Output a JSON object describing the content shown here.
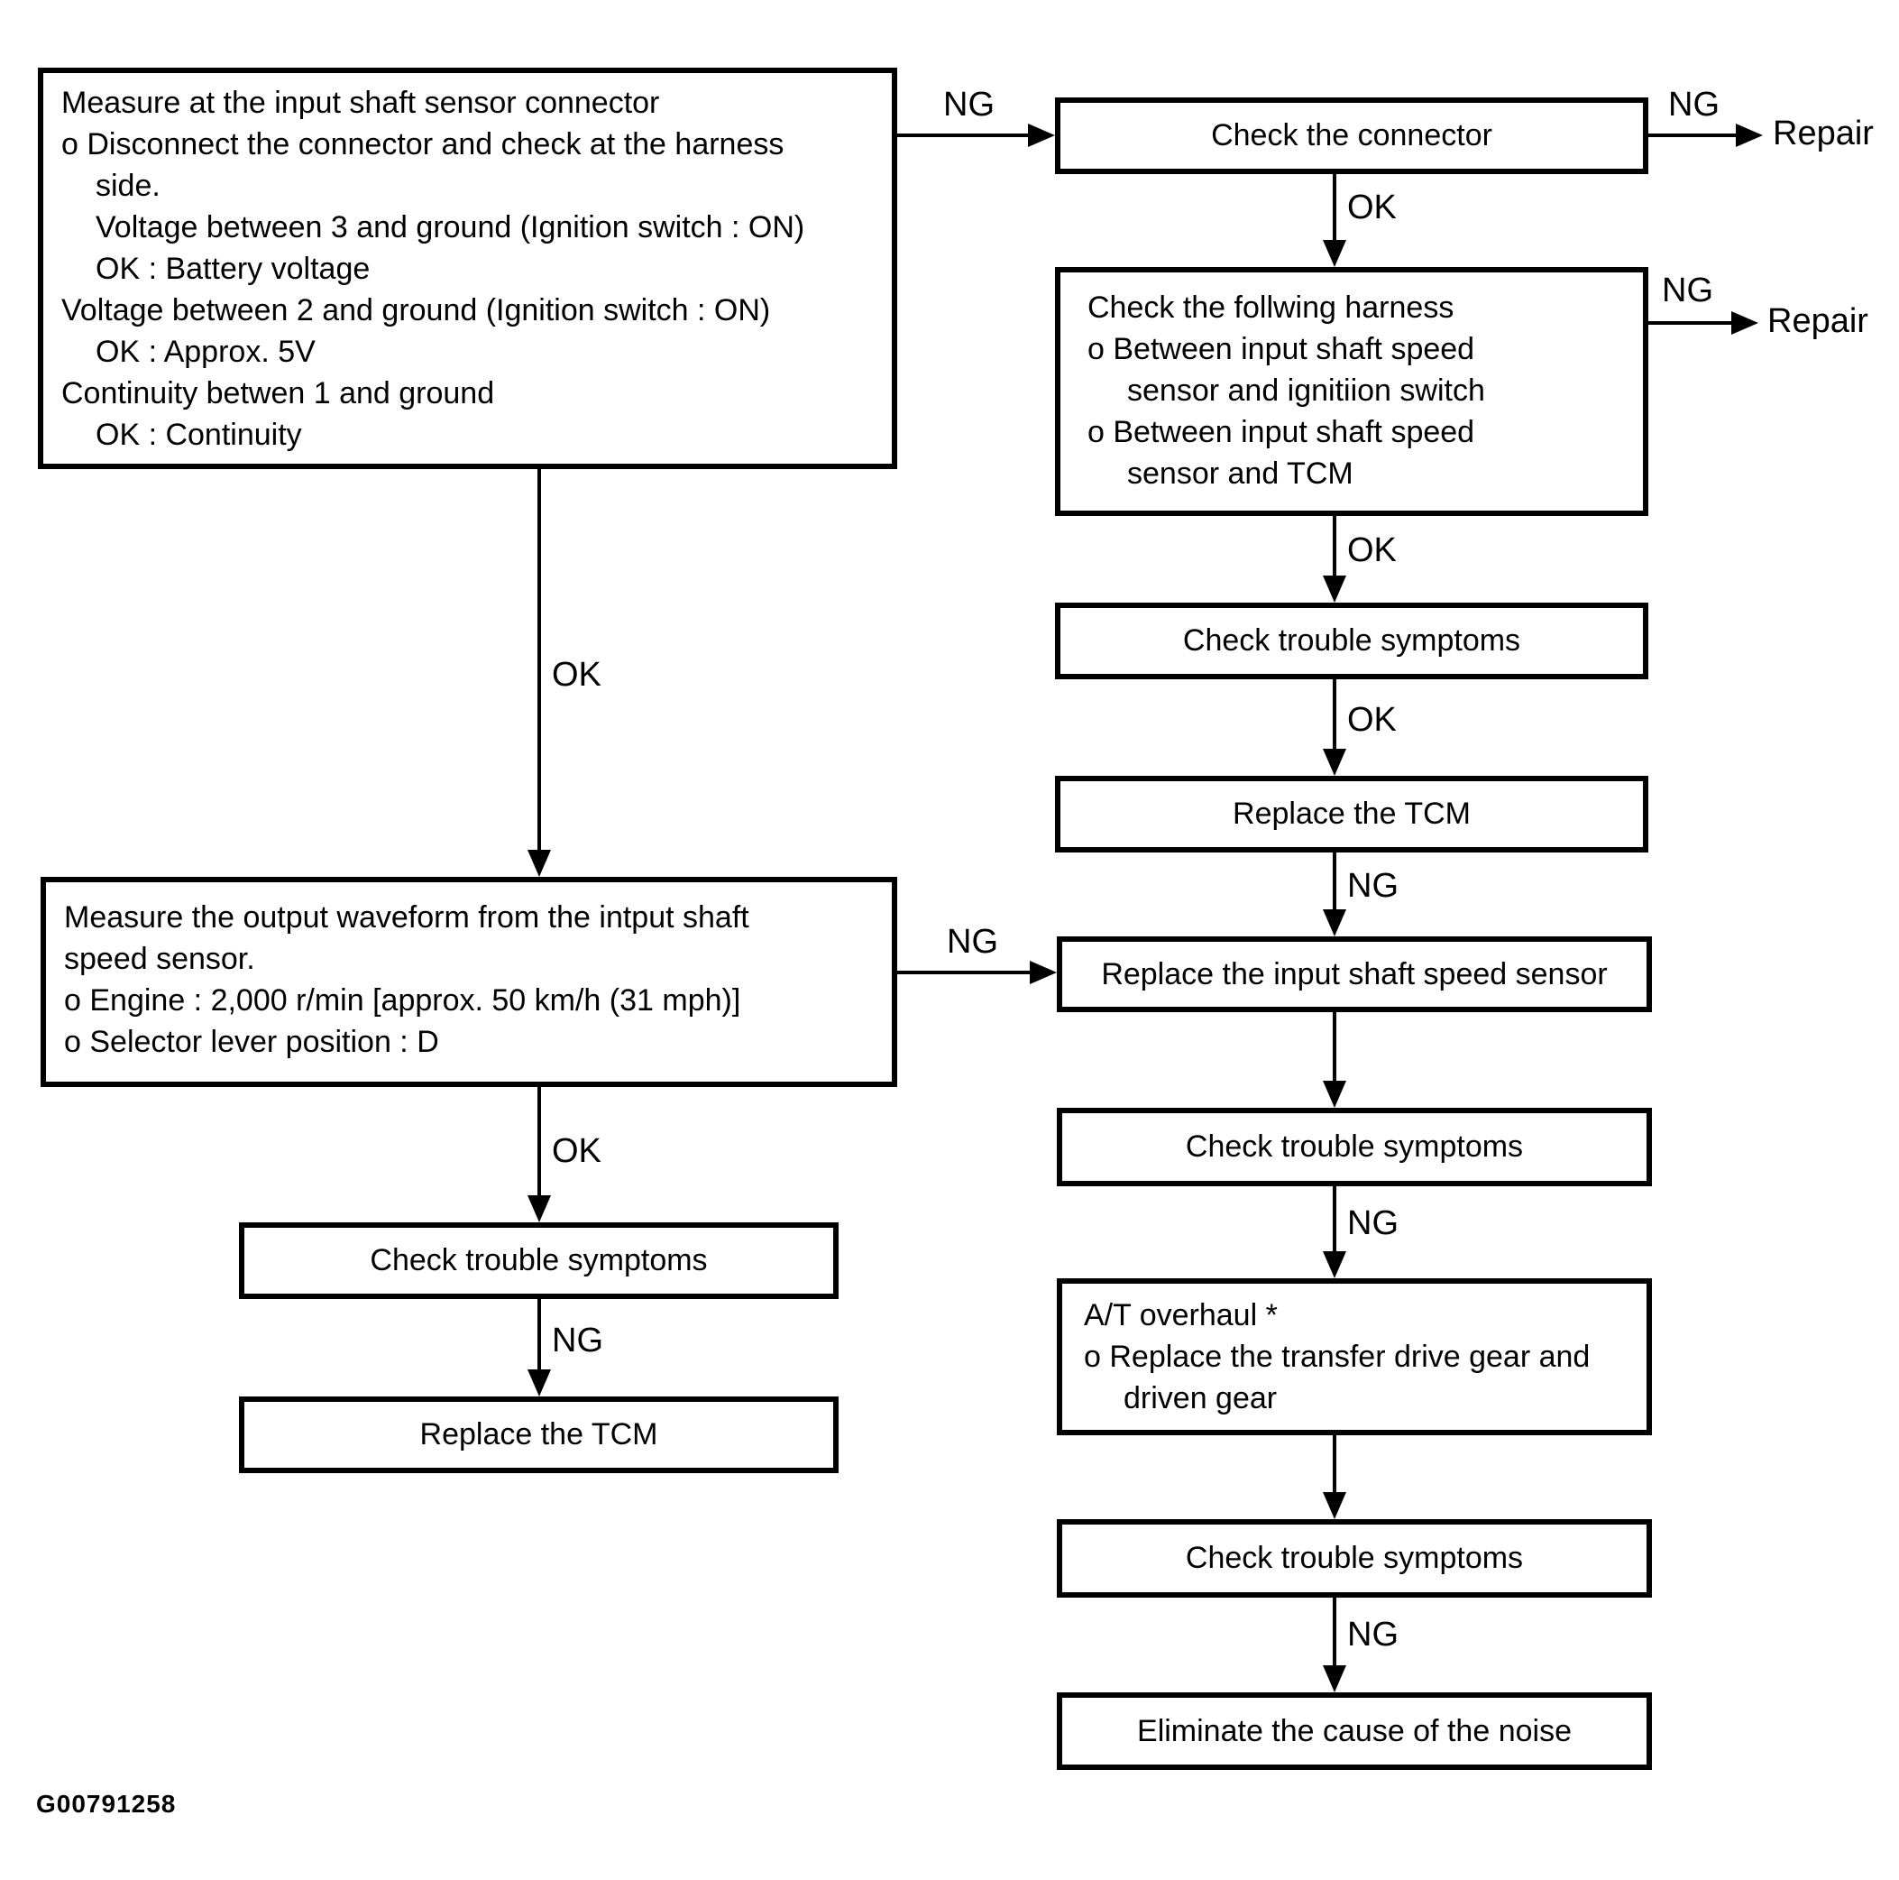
{
  "figure": {
    "code": "G00791258"
  },
  "colors": {
    "ink": "#000000",
    "paper": "#ffffff"
  },
  "boxes": {
    "measure_connector": {
      "lines": [
        "Measure at the input shaft sensor connector",
        "o Disconnect the connector and check at the harness",
        "side.",
        "Voltage between 3 and ground (Ignition switch : ON)",
        "OK : Battery voltage",
        "Voltage between 2 and ground (Ignition switch : ON)",
        "OK : Approx. 5V",
        "Continuity betwen 1 and ground",
        "OK : Continuity"
      ]
    },
    "check_connector": {
      "text": "Check the connector"
    },
    "check_harness": {
      "lines": [
        "Check the follwing harness",
        "o Between input shaft speed",
        "sensor and ignitiion switch",
        "o Between input shaft speed",
        "sensor and TCM"
      ]
    },
    "check_trouble_symptoms_right1": {
      "text": "Check trouble symptoms"
    },
    "replace_tcm_right": {
      "text": "Replace the TCM"
    },
    "replace_input_shaft_sensor": {
      "text": "Replace the input shaft speed sensor"
    },
    "measure_waveform": {
      "lines": [
        "Measure the output waveform from the intput shaft",
        "speed sensor.",
        "o Engine : 2,000 r/min [approx. 50 km/h (31 mph)]",
        "o Selector lever position : D"
      ]
    },
    "check_trouble_symptoms_left": {
      "text": "Check trouble symptoms"
    },
    "replace_tcm_left": {
      "text": "Replace the TCM"
    },
    "check_trouble_symptoms_right2": {
      "text": "Check trouble symptoms"
    },
    "at_overhaul": {
      "lines": [
        "A/T overhaul *",
        "o Replace the transfer drive gear and",
        "driven gear"
      ]
    },
    "check_trouble_symptoms_right3": {
      "text": "Check trouble symptoms"
    },
    "eliminate_noise": {
      "text": "Eliminate the cause of the noise"
    }
  },
  "edge_labels": {
    "measure_to_check_connector": "NG",
    "check_connector_ok": "OK",
    "check_connector_ng": "NG",
    "check_harness_ng": "NG",
    "check_harness_ok": "OK",
    "symptoms1_ok": "OK",
    "replace_tcm_right_ng": "NG",
    "waveform_ng": "NG",
    "symptoms2_ng": "NG",
    "symptoms3_ng": "NG",
    "measure_ok": "OK",
    "waveform_ok": "OK",
    "symptoms_left_ng": "NG"
  },
  "terminals": {
    "repair_top": "Repair",
    "repair_mid": "Repair"
  }
}
